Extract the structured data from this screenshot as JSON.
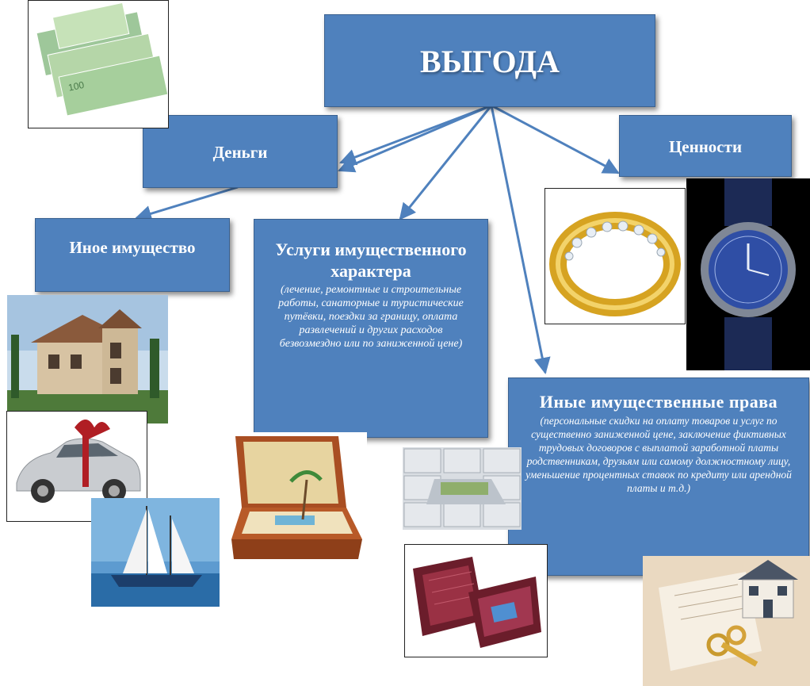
{
  "title": "ВЫГОДА",
  "nodes": {
    "money": {
      "label": "Деньги"
    },
    "values": {
      "label": "Ценности"
    },
    "property": {
      "label": "Иное имущество"
    },
    "services": {
      "label": "Услуги имущественного характера",
      "detail": "(лечение, ремонтные и строительные работы, санаторные и туристические путёвки, поездки за границу, оплата развлечений и других расходов безвозмездно или по заниженной цене)"
    },
    "rights": {
      "label": "Иные имущественные права",
      "detail": "(персональные скидки на оплату товаров и услуг по существенно заниженной цене, заключение фиктивных трудовых договоров с выплатой заработной платы родственникам, друзьям или самому должностному лицу, уменьшение процентных ставок по кредиту или арендной платы и т.д.)"
    }
  },
  "colors": {
    "box": "#4f81bd",
    "box_border": "#3a6190",
    "arrow": "#4f81bd",
    "text": "#ffffff"
  },
  "images": [
    "banknotes-icon",
    "ring-icon",
    "watch-icon",
    "house-icon",
    "car-icon",
    "yacht-icon",
    "suitcase-icon",
    "safe-drawer-icon",
    "gift-box-icon",
    "keys-house-icon"
  ]
}
